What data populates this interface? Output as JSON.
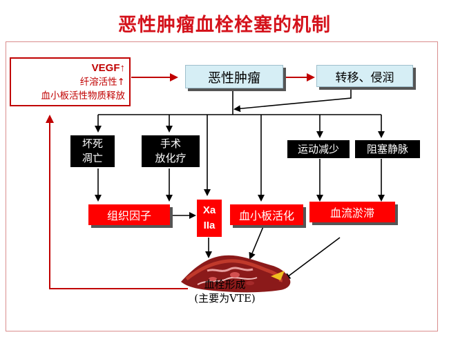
{
  "title": "恶性肿瘤血栓栓塞的机制",
  "factors": {
    "line1": "VEGF↑",
    "line2": "纤溶活性↑",
    "line3": "血小板活性物质释放"
  },
  "tumor": "恶性肿瘤",
  "metastasis": "转移、侵润",
  "causes": {
    "necrosis": [
      "坏死",
      "凋亡"
    ],
    "surgery": [
      "手术",
      "放化疗"
    ],
    "immobility": "运动减少",
    "obstruction": "阻塞静脉"
  },
  "mediators": {
    "tissue_factor": "组织因子",
    "xa": [
      "Xa",
      "IIa"
    ],
    "platelet": "血小板活化",
    "stasis": "血流淤滞"
  },
  "outcome": {
    "line1": "血栓形成",
    "line2": "(主要为VTE)"
  },
  "colors": {
    "title": "#d4121b",
    "arrow_red": "#c00000",
    "box_red": "#ff0000",
    "teal": "#d6eef5"
  }
}
